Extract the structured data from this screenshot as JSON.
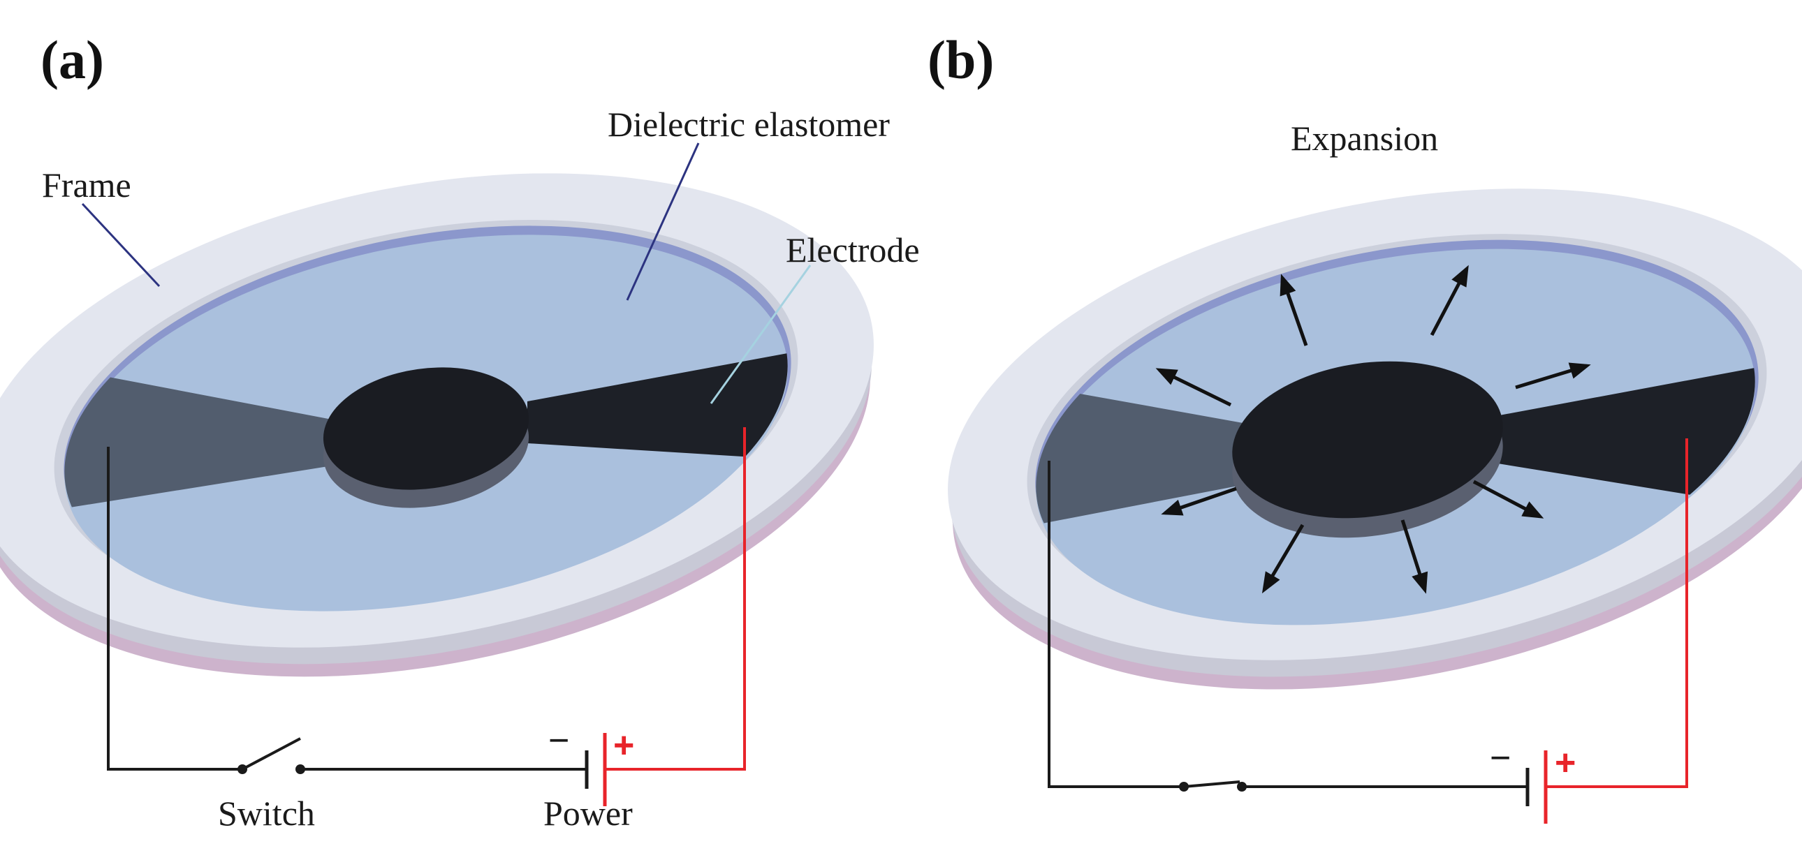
{
  "panels": {
    "a": {
      "label": "(a)",
      "frame_label": "Frame",
      "elastomer_label": "Dielectric elastomer",
      "electrode_label": "Electrode",
      "switch_label": "Switch",
      "power_label": "Power",
      "minus": "−",
      "plus": "+"
    },
    "b": {
      "label": "(b)",
      "expansion_label": "Expansion",
      "minus": "−",
      "plus": "+"
    }
  },
  "colors": {
    "frame_top": "#e3e6ef",
    "frame_side": "#c8c9d6",
    "frame_bottom": "#cdb3cc",
    "membrane": "#aac0dd",
    "membrane_rim": "#8b97cc",
    "electrode_left": "#525d6e",
    "electrode_right": "#1d2027",
    "electrode_center": "#1a1c22",
    "electrode_center_side": "#5a6070",
    "wire_black": "#1a1a1a",
    "wire_red": "#e8242a",
    "leader_frame": "#2c3380",
    "leader_elastomer": "#2c3380",
    "leader_electrode": "#a5d2e0"
  }
}
